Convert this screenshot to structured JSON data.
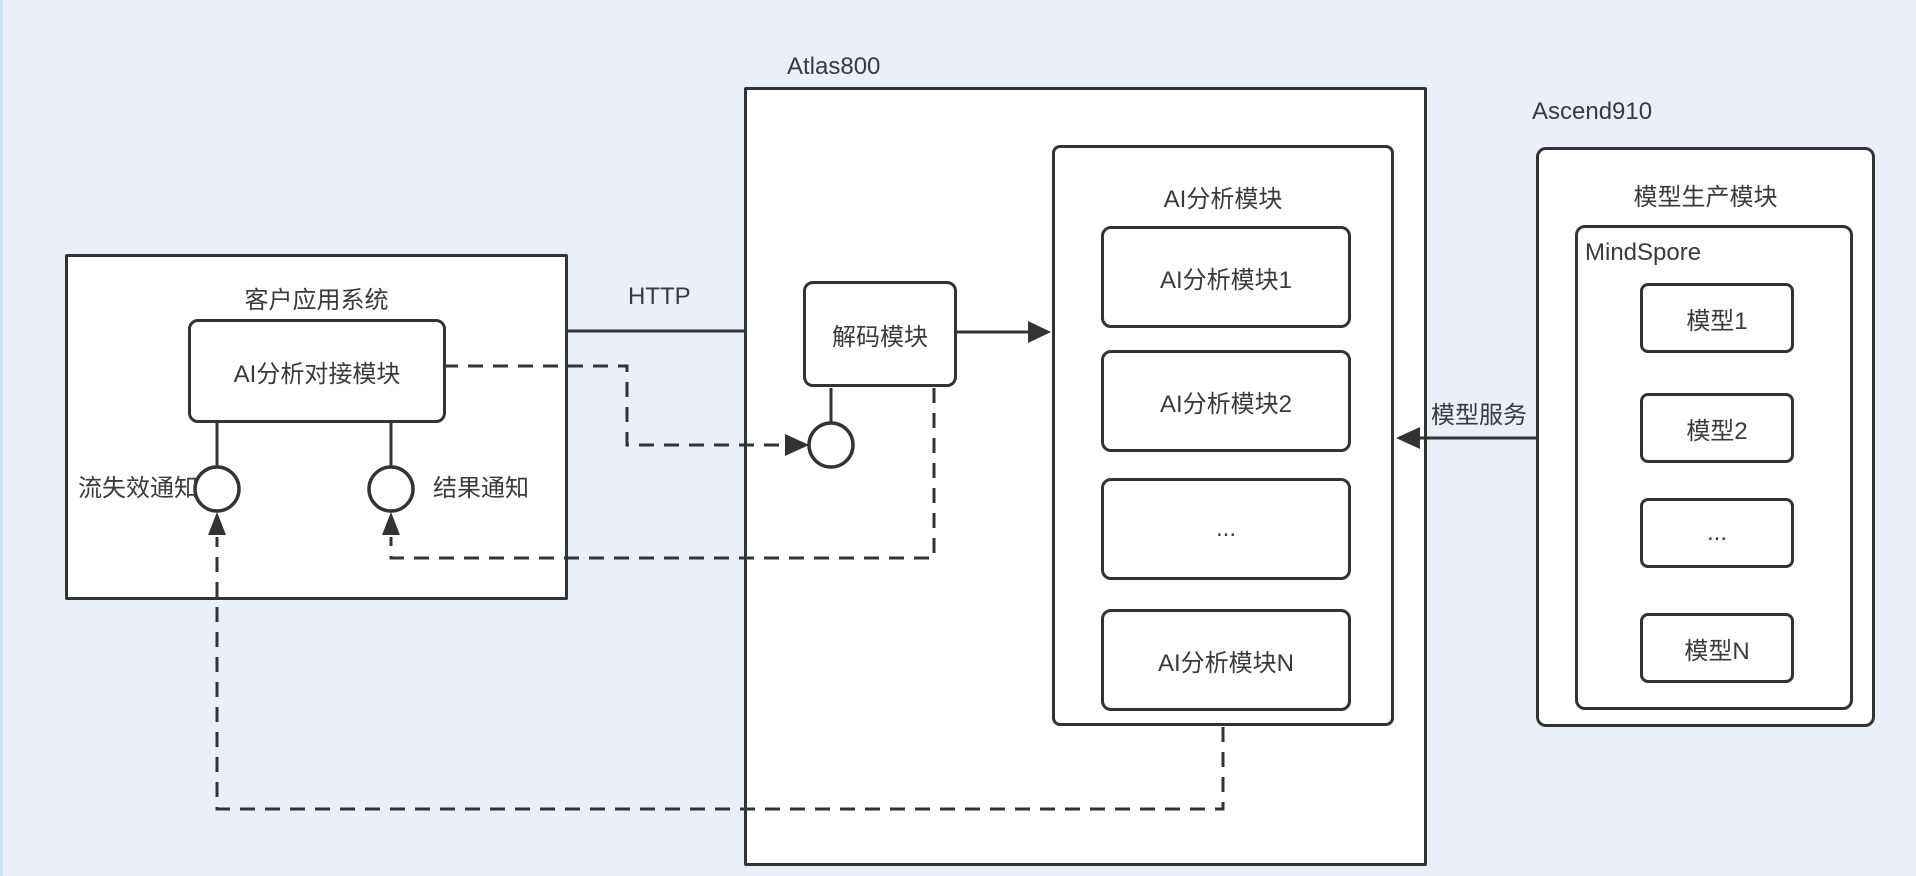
{
  "colors": {
    "background": "#eaeff8",
    "line": "#333333",
    "text": "#3a3a3a",
    "boxFill": "#ffffff",
    "edgeStrip": "#cfe3f5"
  },
  "client": {
    "title": "客户应用系统",
    "module": "AI分析对接模块",
    "ports": [
      {
        "label": "流失效通知"
      },
      {
        "label": "结果通知"
      }
    ]
  },
  "atlas": {
    "title": "Atlas800",
    "decoder": "解码模块",
    "analysis": {
      "title": "AI分析模块",
      "items": [
        "AI分析模块1",
        "AI分析模块2",
        "...",
        "AI分析模块N"
      ]
    }
  },
  "ascend": {
    "title": "Ascend910",
    "production_title": "模型生产模块",
    "runtime": "MindSpore",
    "models": [
      "模型1",
      "模型2",
      "...",
      "模型N"
    ]
  },
  "edges": {
    "http": "HTTP",
    "model_service": "模型服务"
  }
}
